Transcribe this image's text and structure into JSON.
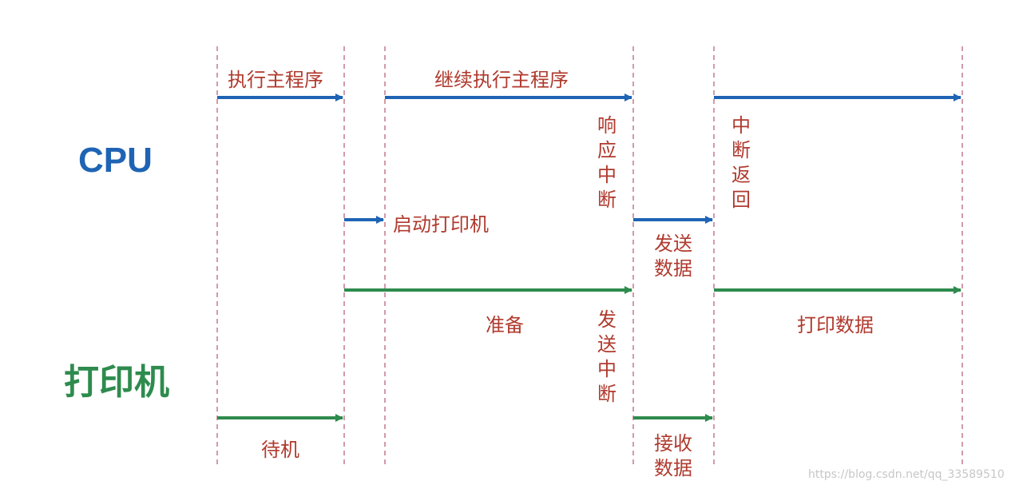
{
  "rows": {
    "cpu_label": "CPU",
    "printer_label": "打印机"
  },
  "cpu": {
    "execute_main": "执行主程序",
    "continue_main": "继续执行主程序",
    "start_printer": "启动打印机",
    "respond_interrupt": "响应中断",
    "send_data": "发送数据",
    "interrupt_return": "中断返回"
  },
  "printer": {
    "standby": "待机",
    "prepare": "准备",
    "send_interrupt": "发送中断",
    "receive_data": "接收数据",
    "print_data": "打印数据"
  },
  "watermark": "https://blog.csdn.net/qq_33589510",
  "colors": {
    "cpu": "#1f64b4",
    "printer": "#2e8b4e",
    "text": "#b03a2e",
    "divider": "#c47a8a"
  }
}
